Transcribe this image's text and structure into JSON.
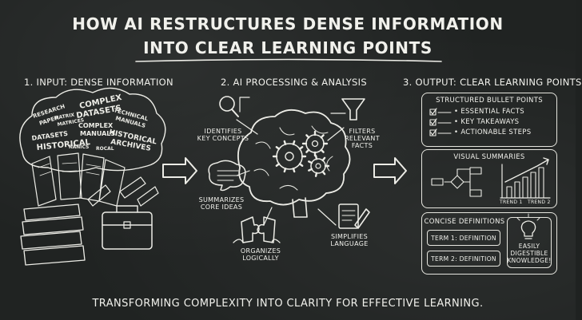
{
  "title_line1": "HOW AI RESTRUCTURES DENSE INFORMATION",
  "title_line2": "INTO CLEAR LEARNING POINTS",
  "section1": {
    "heading": "1. INPUT: DENSE INFORMATION",
    "words": [
      "RESEARCH",
      "PAPER",
      "COMPLEX",
      "DATASETS",
      "TECHNICAL",
      "MANUALS",
      "DATASETS",
      "HISTORICAL",
      "COMPLEX",
      "MANUALS",
      "HISTORICAL",
      "ARCHIVES",
      "MATRIX",
      "MATRICES",
      "RANICS",
      "ROCAL"
    ]
  },
  "section2": {
    "heading": "2. AI PROCESSING & ANALYSIS",
    "identifies": "IDENTIFIES\nKEY CONCEPTS",
    "filters": "FILTERS\nRELEVANT\nFACTS",
    "summarizes": "SUMMARIZES\nCORE IDEAS",
    "organizes": "ORGANIZES\nLOGICALLY",
    "simplifies": "SIMPLIFIES\nLANGUAGE"
  },
  "section3": {
    "heading": "3. OUTPUT: CLEAR LEARNING POINTS",
    "bullets_title": "STRUCTURED BULLET POINTS",
    "bullets": [
      "• ESSENTIAL FACTS",
      "• KEY TAKEAWAYS",
      "• ACTIONABLE STEPS"
    ],
    "visual_title": "VISUAL SUMMARIES",
    "trend1": "TREND 1",
    "trend2": "TREND 2",
    "definitions_title": "CONCISE DEFINITIONS",
    "term1": "TERM 1: DEFINITION",
    "term2": "TERM 2: DEFINITION",
    "digestible": "EASILY\nDIGESTIBLE\nKNOWLEDGE!"
  },
  "footer": "TRANSFORMING COMPLEXITY INTO CLARITY FOR EFFECTIVE LEARNING."
}
